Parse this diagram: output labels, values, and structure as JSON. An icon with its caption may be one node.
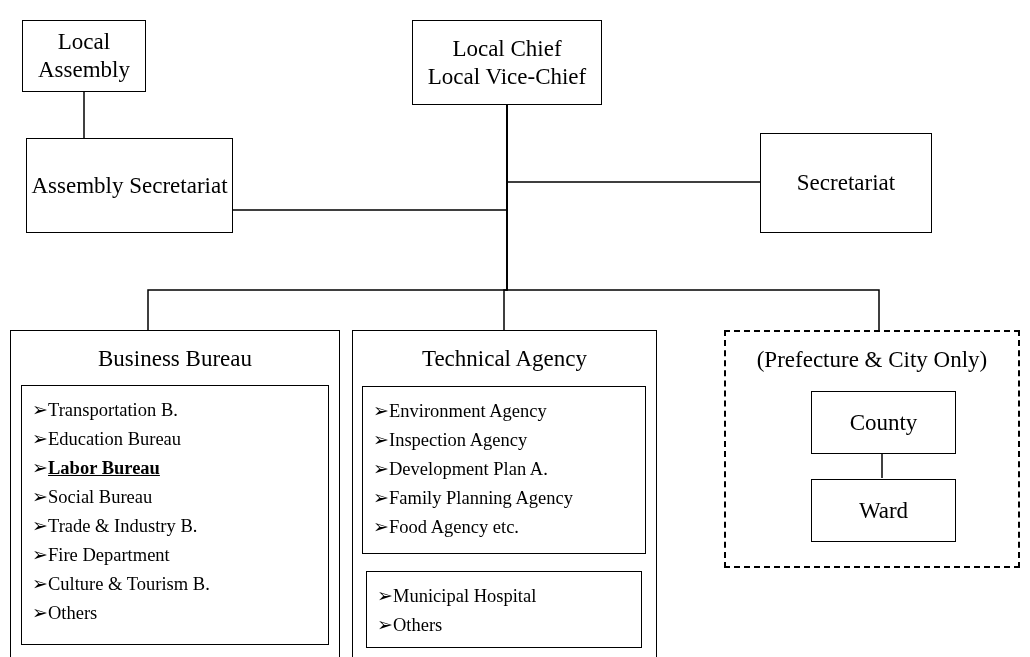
{
  "diagram": {
    "nodes": [
      {
        "text": [
          "Local Assembly"
        ]
      },
      {
        "text": [
          "Local Chief",
          "Local Vice-Chief"
        ]
      },
      {
        "text": [
          "Assembly Secretariat"
        ]
      },
      {
        "text": [
          "Secretariat"
        ]
      },
      {
        "text": [
          "Business Bureau"
        ]
      },
      {
        "text": [
          "➢Transportation B.",
          "➢Education Bureau",
          "➢**Labor Bureau**",
          "➢Social Bureau",
          "➢Trade & Industry B.",
          "➢Fire Department",
          "➢Culture & Tourism B.",
          "➢Others"
        ],
        "in": 4
      },
      {
        "text": [
          "Technical Agency"
        ]
      },
      {
        "text": [
          "➢Environment Agency",
          "➢Inspection Agency",
          "➢Development Plan A.",
          "➢Family Planning Agency",
          "➢Food Agency etc."
        ],
        "in": 6
      },
      {
        "text": [
          "➢Municipal Hospital",
          "➢Others"
        ],
        "in": 6
      },
      {
        "text": [
          "(Prefecture & City Only)"
        ]
      },
      {
        "text": [
          "County"
        ],
        "in": 9
      },
      {
        "text": [
          "Ward"
        ],
        "in": 9
      }
    ],
    "edges": [
      {
        "from": 0,
        "to": 2,
        "arrow": "none"
      },
      {
        "from": 1,
        "to": 2,
        "arrow": "none"
      },
      {
        "from": 1,
        "to": 3,
        "arrow": "none"
      },
      {
        "from": 1,
        "to": 4,
        "arrow": "none"
      },
      {
        "from": 1,
        "to": 6,
        "arrow": "none"
      },
      {
        "from": 1,
        "to": 9,
        "arrow": "none"
      },
      {
        "from": 10,
        "to": 11,
        "arrow": "none"
      }
    ]
  }
}
